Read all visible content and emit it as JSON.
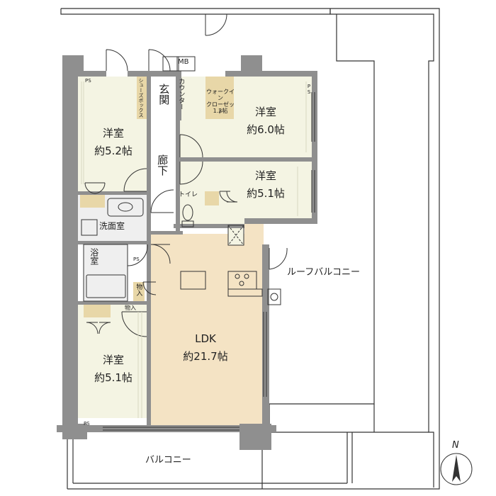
{
  "labels": {
    "mb": "MB",
    "ps": "PS",
    "genkan": "玄関",
    "counter": "カウンター",
    "shoes_box": "シューズボックス",
    "walkin_name": "ウォークイン\nクローゼット",
    "walkin_size": "1.2帖",
    "room_ne": {
      "name": "洋室",
      "size": "約6.0帖"
    },
    "room_nw": {
      "name": "洋室",
      "size": "約5.2帖"
    },
    "room_e": {
      "name": "洋室",
      "size": "約5.1帖"
    },
    "room_sw": {
      "name": "洋室",
      "size": "約5.1帖"
    },
    "hallway": "廊下",
    "toilet": "トイレ",
    "washroom": "洗面室",
    "bath": "浴室",
    "storage1": "物入",
    "storage2": "物入",
    "ldk_name": "LDK",
    "ldk_size": "約21.7帖",
    "roof_balcony": "ルーフバルコニー",
    "balcony": "バルコニー",
    "north": "N"
  },
  "colors": {
    "wall": "#8f8f8f",
    "room_fill": "#f4f4e3",
    "ldk_fill": "#f4e3c4",
    "wet_fill": "#efefef",
    "closet_fill": "#e8d7a8",
    "line": "#333333"
  }
}
